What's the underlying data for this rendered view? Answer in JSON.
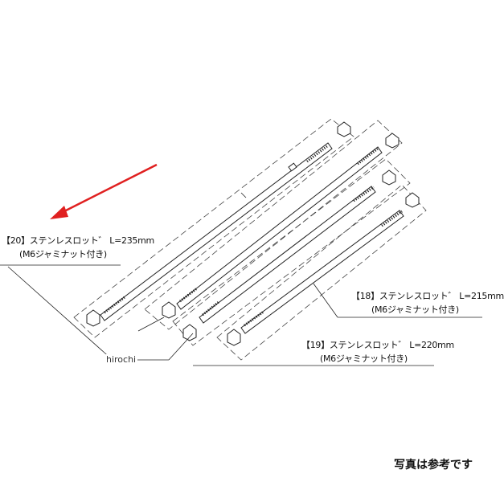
{
  "parts": [
    {
      "name": "【20】ステンレスロット゛ L=235mm",
      "note": "(M6ジャミナット付き)"
    },
    {
      "name": "【18】ステンレスロット゛ L=215mm",
      "note": "(M6ジャミナット付き)"
    },
    {
      "name": "【19】ステンレスロット゛ L=220mm",
      "note": "(M6ジャミナット付き)"
    }
  ],
  "watermark": "hirochi",
  "footer_note": "写真は参考です",
  "colors": {
    "arrow": "#e02020",
    "line": "#222222",
    "dash": "#444444"
  }
}
